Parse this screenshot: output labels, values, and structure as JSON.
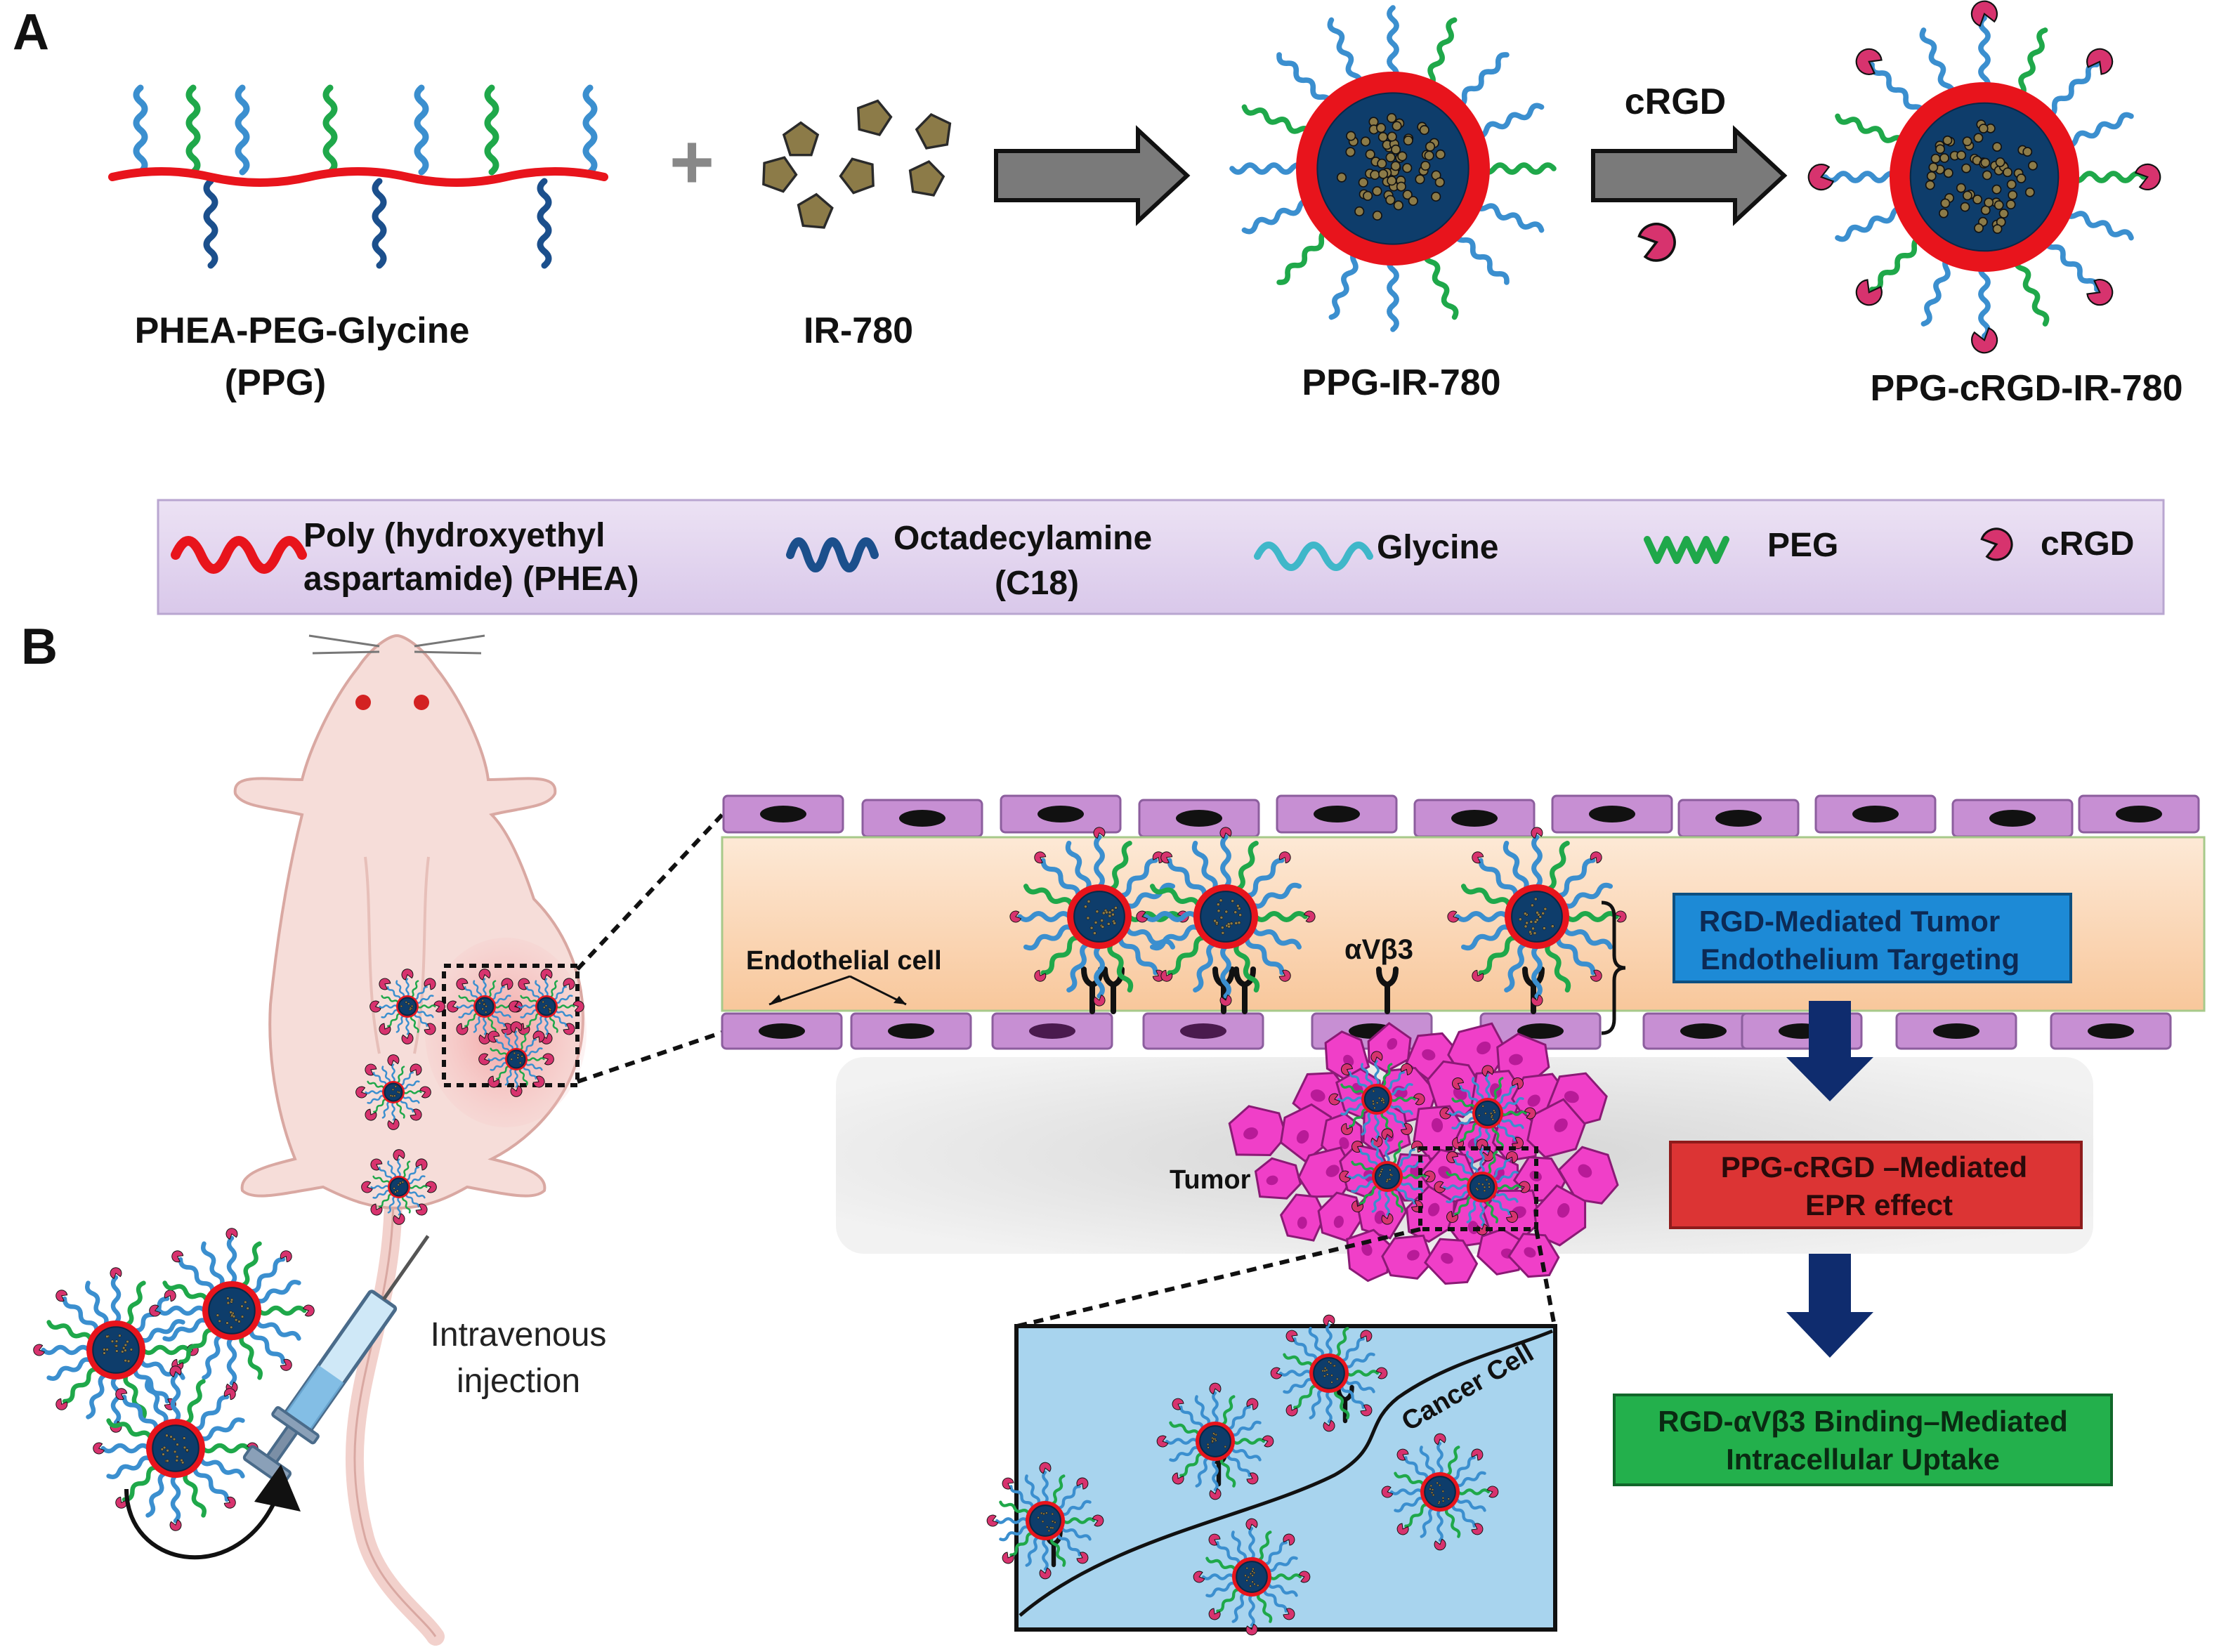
{
  "panels": {
    "a": "A",
    "b": "B"
  },
  "synthesis": {
    "ppg_name": "PHEA-PEG-Glycine",
    "ppg_abbr": "(PPG)",
    "plus": "+",
    "ir780": "IR-780",
    "ppg_ir780": "PPG-IR-780",
    "crgd_arrow": "cRGD",
    "ppg_crgd_ir780": "PPG-cRGD-IR-780"
  },
  "legend": {
    "phea_line1": "Poly (hydroxyethyl",
    "phea_line2": "aspartamide) (PHEA)",
    "c18_line1": "Octadecylamine",
    "c18_line2": "(C18)",
    "glycine": "Glycine",
    "peg": "PEG",
    "crgd": "cRGD"
  },
  "delivery": {
    "iv_line1": "Intravenous",
    "iv_line2": "injection",
    "endothelial": "Endothelial  cell",
    "integrin": "αVβ3",
    "tumor": "Tumor",
    "cancer_cell": "Cancer Cell",
    "step1_line1": "RGD-Mediated Tumor",
    "step1_line2": "Endothelium Targeting",
    "step2_line1": "PPG-cRGD –Mediated",
    "step2_line2": "EPR effect",
    "step3_line1": "RGD-αVβ3 Binding–Mediated",
    "step3_line2": "Intracellular Uptake"
  },
  "colors": {
    "phea": "#e8141c",
    "c18": "#1b4f8c",
    "glycine": "#3b8fcf",
    "peg": "#1fa84a",
    "crgd": "#d7336e",
    "core": "#0e3d6b",
    "cell": "#c78fd3",
    "tumor": "#f03fc8",
    "step1": "#1d8ad6",
    "step2": "#dc3434",
    "step3": "#23b04c",
    "arrow": "#0f2c6e"
  }
}
